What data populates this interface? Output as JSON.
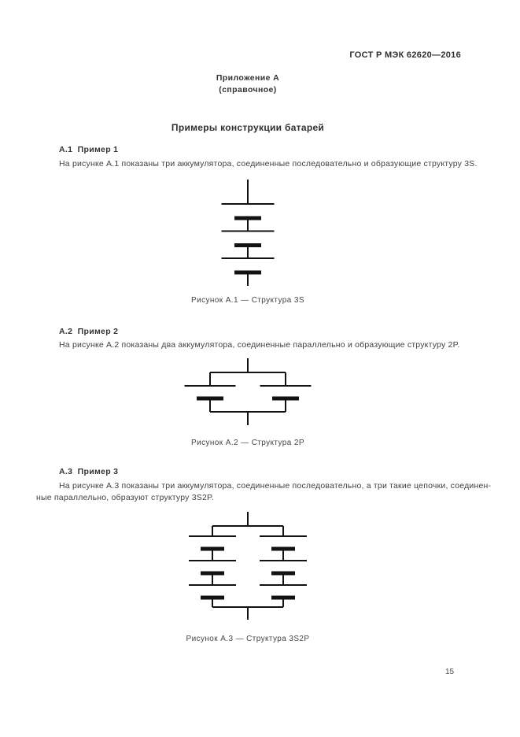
{
  "doc": {
    "header_code": "ГОСТ Р МЭК 62620—2016",
    "page_number": "15"
  },
  "annex": {
    "name": "Приложение А",
    "kind": "(справочное)",
    "title": "Примеры конструкции батарей"
  },
  "diagram": {
    "line_color": "#121212"
  },
  "sections": [
    {
      "heading": "А.1  Пример 1",
      "lines": [
        "На рисунке А.1 показаны три аккумулятора, соединенные последовательно и образующие структуру 3S."
      ],
      "figure": {
        "structure": "3S",
        "cells_in_series": 3,
        "parallel_chains": 1,
        "caption": "Рисунок А.1 — Структура 3S"
      }
    },
    {
      "heading": "А.2  Пример 2",
      "lines": [
        "На рисунке А.2 показаны два аккумулятора, соединенные параллельно и образующие структуру 2P."
      ],
      "figure": {
        "structure": "2P",
        "cells_in_series": 1,
        "parallel_chains": 2,
        "caption": "Рисунок А.2 — Структура 2P"
      }
    },
    {
      "heading": "А.3  Пример 3",
      "lines": [
        "На рисунке А.3 показаны три аккумулятора, соединенные последовательно, а три такие цепочки, соединен-",
        "ные параллельно, образуют структуру 3S2P."
      ],
      "figure": {
        "structure": "3S2P",
        "cells_in_series": 3,
        "parallel_chains": 2,
        "caption": "Рисунок А.3 — Структура 3S2P"
      }
    }
  ]
}
